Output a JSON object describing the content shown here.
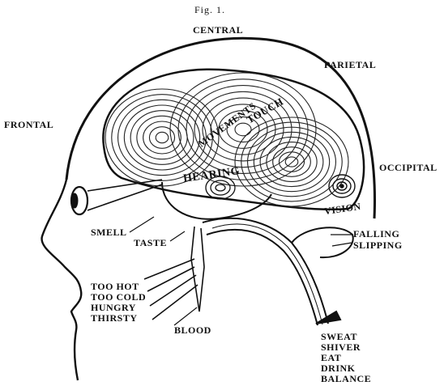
{
  "figure_label": "Fig. 1.",
  "regions": {
    "central": "CENTRAL",
    "parietal": "PARIETAL",
    "frontal": "FRONTAL",
    "occipital": "OCCIPITAL"
  },
  "cortex_labels": {
    "movements": "MOVEMENTS",
    "touch": "TOUCH",
    "hearing": "HEARING",
    "vision": "VISION"
  },
  "sense_labels": {
    "smell": "SMELL",
    "taste": "TASTE",
    "blood": "BLOOD",
    "falling": "FALLING",
    "slipping": "SLIPPING"
  },
  "hypothalamus_labels": [
    "TOO HOT",
    "TOO COLD",
    "HUNGRY",
    "THIRSTY"
  ],
  "brainstem_labels": [
    "SWEAT",
    "SHIVER",
    "EAT",
    "DRINK",
    "BALANCE"
  ]
}
